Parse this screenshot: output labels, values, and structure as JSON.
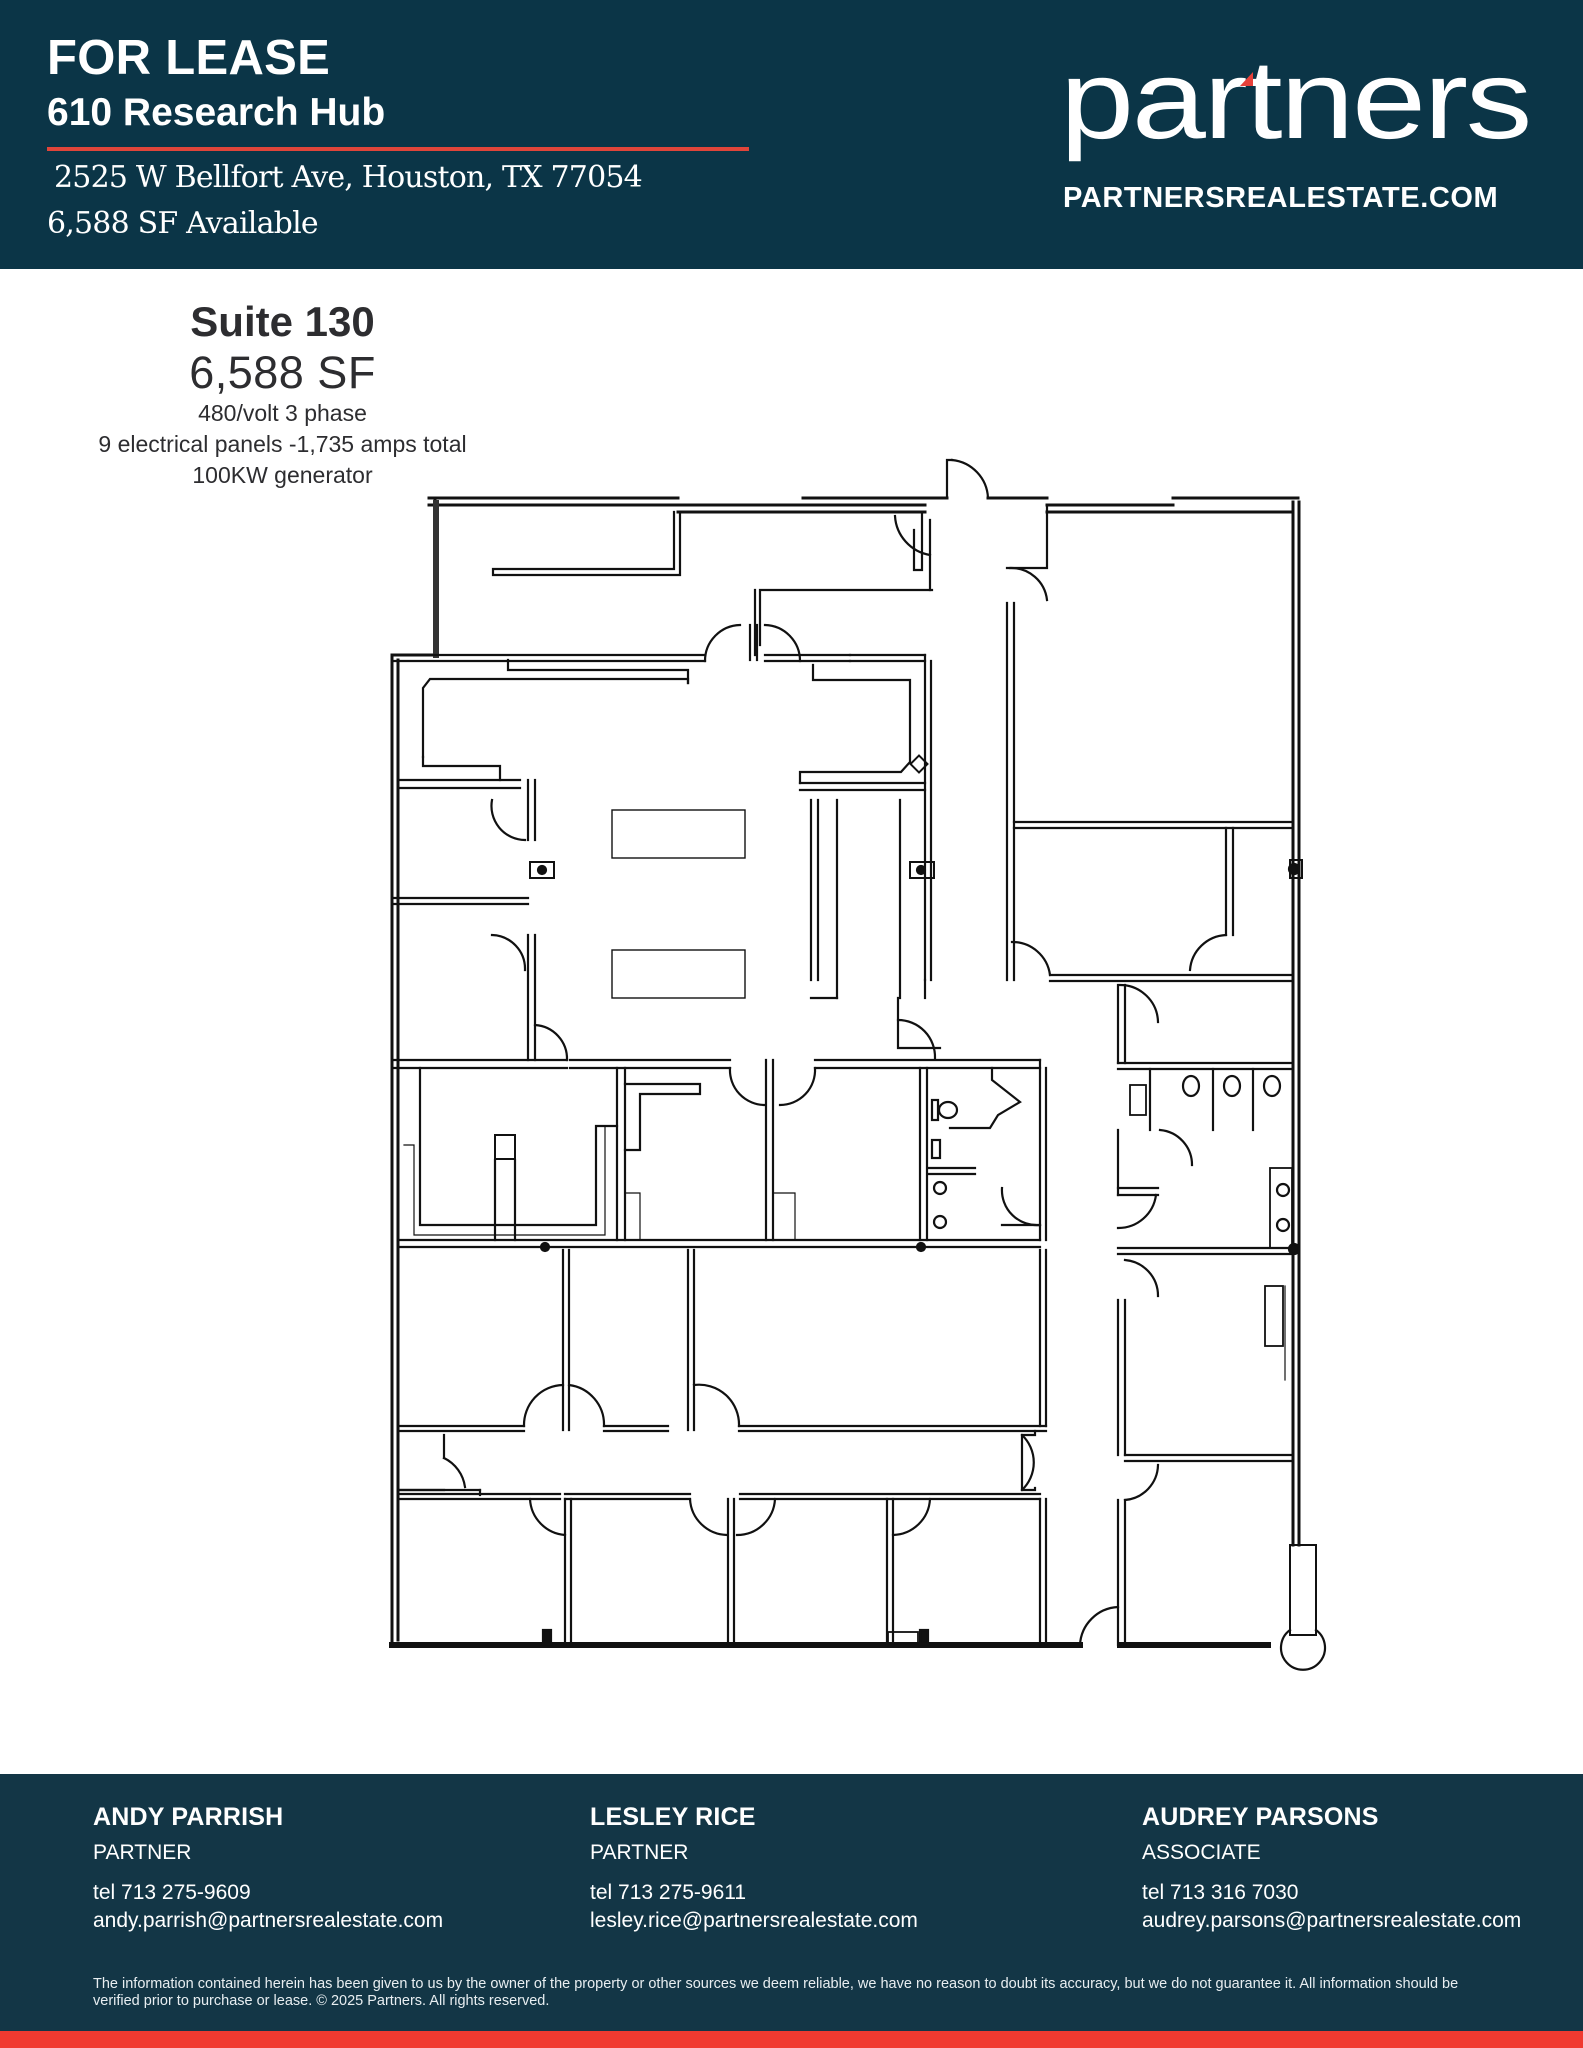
{
  "header": {
    "status": "FOR LEASE",
    "building_name": "610 Research Hub",
    "address": "2525 W Bellfort Ave, Houston, TX 77054",
    "available": "6,588 SF Available",
    "logo_text": "partners",
    "website": "PARTNERSREALESTATE.COM"
  },
  "suite": {
    "title": "Suite 130",
    "area": "6,588 SF",
    "features": [
      "480/volt 3 phase",
      "9 electrical panels -1,735 amps total",
      "100KW generator"
    ]
  },
  "floorplan": {
    "label": "Suite 130 floor plan",
    "icon": "floor-plan-drawing"
  },
  "contacts": [
    {
      "name": "ANDY PARRISH",
      "role": "PARTNER",
      "tel": "tel 713 275-9609",
      "email": "andy.parrish@partnersrealestate.com"
    },
    {
      "name": "LESLEY RICE",
      "role": "PARTNER",
      "tel": "tel 713 275-9611",
      "email": "lesley.rice@partnersrealestate.com"
    },
    {
      "name": "AUDREY PARSONS",
      "role": "ASSOCIATE",
      "tel": "tel 713 316 7030",
      "email": "audrey.parsons@partnersrealestate.com"
    }
  ],
  "disclaimer": "The information contained herein has been given to us by the owner of the property or other sources we deem reliable, we have no reason to doubt its accuracy, but we do not guarantee it. All information should be verified prior to purchase or lease. © 2025 Partners. All rights reserved.",
  "colors": {
    "header_bg": "#0b3547",
    "footer_bg": "#133646",
    "accent_red": "#f03a30",
    "rule_red": "#e0453a",
    "text_dark": "#2d2d30"
  }
}
